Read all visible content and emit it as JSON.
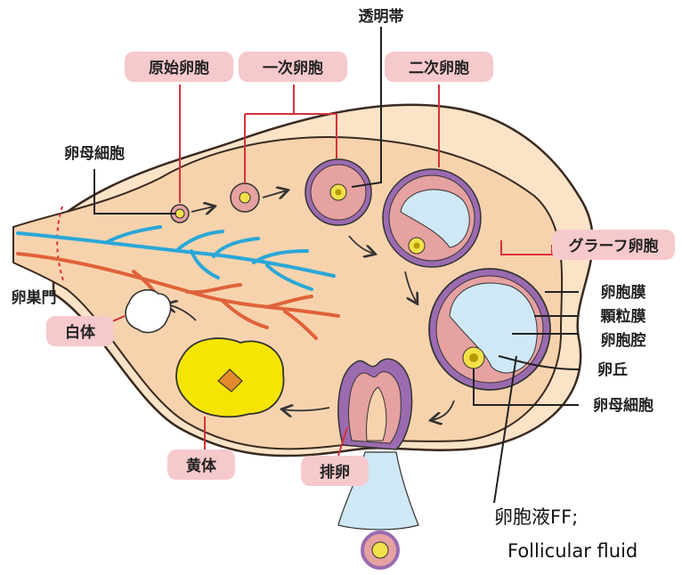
{
  "labels": {
    "zona_pellucida": "透明帯",
    "primordial_follicle": "原始卵胞",
    "primary_follicle": "一次卵胞",
    "secondary_follicle": "二次卵胞",
    "oocyte_left": "卵母細胞",
    "graafian_follicle": "グラーフ卵胞",
    "hilum": "卵巣門",
    "theca": "卵胞膜",
    "granulosa": "顆粒膜",
    "antrum": "卵胞腔",
    "cumulus": "卵丘",
    "oocyte_right": "卵母細胞",
    "corpus_albicans": "白体",
    "corpus_luteum": "黄体",
    "ovulation": "排卵",
    "fluid_line1": "卵胞液FF;",
    "fluid_line2": "Follicular fluid"
  },
  "colors": {
    "ovary": "#f7d3ad",
    "ovary_outline": "#3a2a20",
    "cortex": "#fbe3c8",
    "vein": "#2aa7d8",
    "artery": "#e0623a",
    "follicle_pink": "#e6a1a1",
    "theca_purple": "#9b6bb0",
    "antrum_blue": "#cfe8f5",
    "oocyte_yellow": "#f3e14a",
    "corpus_luteum": "#f5e500",
    "label_bg": "#f6c9cc",
    "leader_red": "#d8303a"
  }
}
